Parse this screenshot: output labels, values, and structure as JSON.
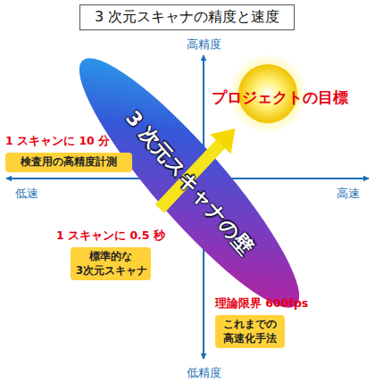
{
  "diagram": {
    "title": "3 次元スキャナの精度と速度",
    "nodes": [
      {
        "text": [
          "3 次元スキャナの壁"
        ]
      },
      {
        "text": [
          "プロジェクトの目標"
        ]
      },
      {
        "text": [
          "1 スキャンに 10 分",
          "検査用の高精度計測"
        ]
      },
      {
        "text": [
          "1 スキャンに 0.5 秒",
          "標準的な 3次元スキャナ"
        ]
      },
      {
        "text": [
          "理論限界 600fps",
          "これまでの 高速化手法"
        ]
      }
    ],
    "edges": [
      {
        "from": 0,
        "to": 1,
        "arrow": "to"
      }
    ],
    "labels": [
      "高精度",
      "低速",
      "高速",
      "低精度"
    ]
  }
}
